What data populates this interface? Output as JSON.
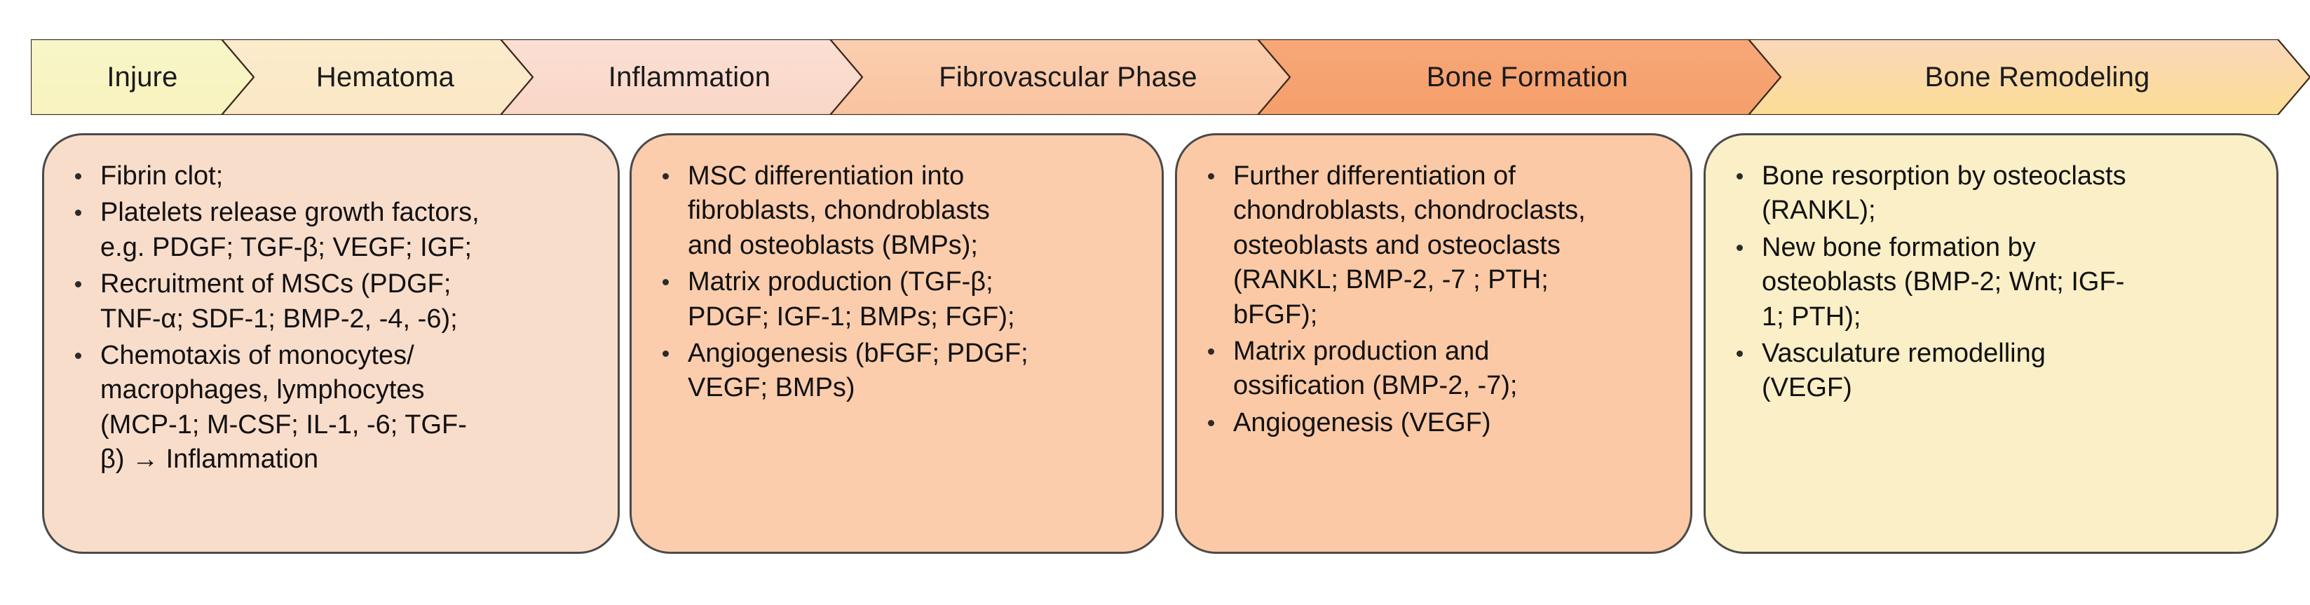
{
  "banner": {
    "segments": [
      {
        "label": "Injure",
        "fill_start": "#f7f6c8",
        "fill_end": "#f8f3bf"
      },
      {
        "label": "Hematoma",
        "fill_start": "#fbeccd",
        "fill_end": "#fbe7c4"
      },
      {
        "label": "Inflammation",
        "fill_start": "#fbe0d4",
        "fill_end": "#fad6c6"
      },
      {
        "label": "Fibrovascular Phase",
        "fill_start": "#fbcfb0",
        "fill_end": "#fac3a0"
      },
      {
        "label": "Bone Formation",
        "fill_start": "#f7a777",
        "fill_end": "#f59f6b"
      },
      {
        "label": "Bone Remodeling",
        "fill_start": "#fbd7bb",
        "fill_end": "#fbdd94"
      }
    ]
  },
  "boxes": [
    {
      "name": "inflammation-box",
      "fill": "#f9ddcb",
      "bullets": [
        [
          "Fibrin clot;"
        ],
        [
          "Platelets release growth factors,",
          "e.g. PDGF; TGF-β; VEGF; IGF;"
        ],
        [
          "Recruitment of MSCs (PDGF;",
          "TNF-α; SDF-1; BMP-2, -4, -6);"
        ],
        [
          "Chemotaxis of monocytes/",
          "macrophages, lymphocytes",
          "(MCP-1; M-CSF; IL-1, -6; TGF-",
          "β) → Inflammation"
        ]
      ]
    },
    {
      "name": "fibrovascular-box",
      "fill": "#fbcdac",
      "bullets": [
        [
          "MSC differentiation into",
          "fibroblasts, chondroblasts",
          "and osteoblasts (BMPs);"
        ],
        [
          "Matrix production (TGF-β;",
          "PDGF; IGF-1; BMPs; FGF);"
        ],
        [
          "Angiogenesis (bFGF; PDGF;",
          "VEGF; BMPs)"
        ]
      ]
    },
    {
      "name": "bone-formation-box",
      "fill": "#fbc9a5",
      "bullets": [
        [
          "Further differentiation of",
          "chondroblasts, chondroclasts,",
          "osteoblasts and osteoclasts",
          "(RANKL; BMP-2, -7 ; PTH;",
          "bFGF);"
        ],
        [
          "Matrix production and",
          "ossification (BMP-2, -7);"
        ],
        [
          "Angiogenesis (VEGF)"
        ]
      ]
    },
    {
      "name": "bone-remodeling-box",
      "fill": "#faefc6",
      "bullets": [
        [
          "Bone resorption by osteoclasts",
          "(RANKL);"
        ],
        [
          "New bone formation by",
          "osteoblasts (BMP-2; Wnt; IGF-",
          "1; PTH);"
        ],
        [
          "Vasculature remodelling",
          "(VEGF)"
        ]
      ]
    }
  ]
}
